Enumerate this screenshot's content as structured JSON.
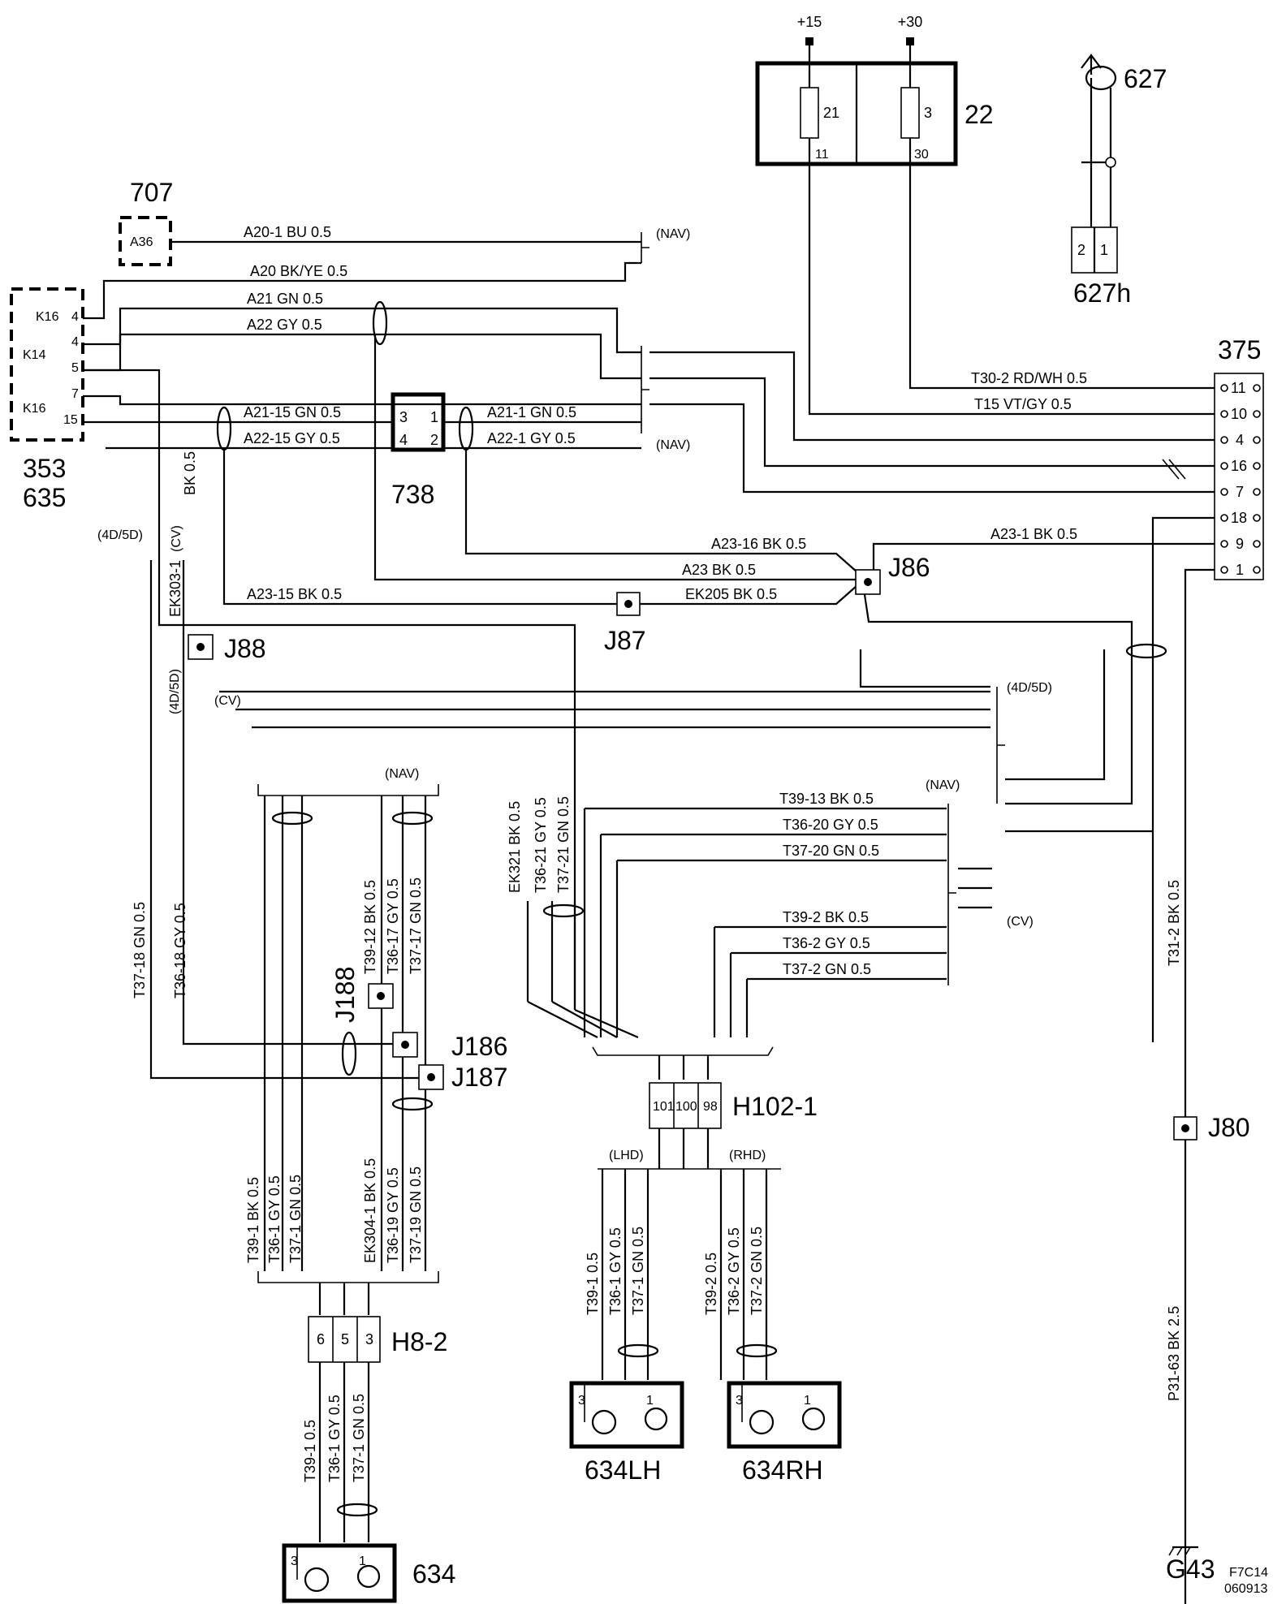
{
  "diagram": {
    "components": [
      {
        "id": "c22",
        "label": "22"
      },
      {
        "id": "c627",
        "label": "627"
      },
      {
        "id": "c627h",
        "label": "627h"
      },
      {
        "id": "c707",
        "label": "707"
      },
      {
        "id": "c353",
        "label": "353"
      },
      {
        "id": "c635",
        "label": "635"
      },
      {
        "id": "c738",
        "label": "738"
      },
      {
        "id": "c375",
        "label": "375"
      },
      {
        "id": "h8_2",
        "label": "H8-2"
      },
      {
        "id": "h102_1",
        "label": "H102-1"
      },
      {
        "id": "c634",
        "label": "634"
      },
      {
        "id": "c634lh",
        "label": "634LH"
      },
      {
        "id": "c634rh",
        "label": "634RH"
      },
      {
        "id": "g43",
        "label": "G43"
      }
    ],
    "junctions": [
      {
        "id": "J86",
        "label": "J86"
      },
      {
        "id": "J87",
        "label": "J87"
      },
      {
        "id": "J88",
        "label": "J88"
      },
      {
        "id": "J188",
        "label": "J188"
      },
      {
        "id": "J186",
        "label": "J186"
      },
      {
        "id": "J187",
        "label": "J187"
      },
      {
        "id": "J80",
        "label": "J80"
      }
    ],
    "supply": [
      {
        "label": "+15",
        "fuse": "21",
        "pin": "11"
      },
      {
        "label": "+30",
        "fuse": "3",
        "pin": "30"
      }
    ],
    "connector_pins": {
      "c627h": [
        "2",
        "1"
      ],
      "c707": [
        "A36"
      ],
      "c353": [
        "K16",
        "4",
        "K14",
        "4",
        "5",
        "K16",
        "7",
        "15"
      ],
      "c738": [
        "3",
        "1",
        "4",
        "2"
      ],
      "c375": [
        "11",
        "10",
        "4",
        "16",
        "7",
        "18",
        "9",
        "1"
      ],
      "h102_1": [
        "101",
        "100",
        "98"
      ],
      "h8_2": [
        "6",
        "5",
        "3"
      ],
      "sensor": [
        "3",
        "1"
      ]
    },
    "options": {
      "nav": "(NAV)",
      "cv": "(CV)",
      "d45": "(4D/5D)",
      "lhd": "(LHD)",
      "rhd": "(RHD)"
    },
    "wires": {
      "a20_1": "A20-1  BU  0.5",
      "a20": "A20  BK/YE  0.5",
      "a21": "A21  GN  0.5",
      "a22": "A22  GY  0.5",
      "a21_15": "A21-15 GN 0.5",
      "a22_15": "A22-15 GY 0.5",
      "a21_1": "A21-1  GN  0.5",
      "a22_1": "A22-1  GY  0.5",
      "t30_2": "T30-2    RD/WH  0.5",
      "t15": "T15  VT/GY  0.5",
      "a23_16": "A23-16  BK  0.5",
      "a23": "A23  BK  0.5",
      "a23_1": "A23-1  BK  0.5",
      "a23_15": "A23-15  BK  0.5",
      "ek205": "EK205  BK  0.5",
      "bk05": "BK 0.5",
      "ek303_1": "EK303-1",
      "t39_13": "T39-13  BK   0.5",
      "t36_20": "T36-20  GY  0.5",
      "t37_20": "T37-20  GN   0.5",
      "t39_2": "T39-2  BK   0.5",
      "t36_2": "T36-2  GY   0.5",
      "t37_2": "T37-2  GN   0.5",
      "ek321_v": "EK321   BK  0.5",
      "t36_21_v": "T36-21    GY  0.5",
      "t37_21_v": "T37-21    GN  0.5",
      "t37_18_v": "T37-18   GN  0.5",
      "t36_18_v": "T36-18   GY  0.5",
      "t39_12_v": "T39-12     BK  0.5",
      "t36_17_v": "T36-17  GY  0.5",
      "t37_17_v": "T37-17  GN  0.5",
      "t39_1_v": "T39-1    BK  0.5",
      "t36_1_v": "T36-1  GY  0.5",
      "t37_1_v": "T37-1   GN  0.5",
      "ek304_1_v": "EK304-1     BK  0.5",
      "t36_19_v": "T36-19  GY  0.5",
      "t37_19_v": "T37-19  GN  0.5",
      "t39_1b_v": "T39-1   0.5",
      "t36_1b_v": "T36-1  GY  0.5",
      "t37_1b_v": "T37-1  GN  0.5",
      "t39_2b_v": "T39-2   0.5",
      "t36_2b_v": "T36-2  GY  0.5",
      "t37_2b_v": "T37-2  GN  0.5",
      "t31_2_v": "T31-2        BK  0.5",
      "p31_63_v": "P31-63         BK  2.5"
    },
    "footer_code": "F7C14",
    "footer_date": "060913"
  }
}
